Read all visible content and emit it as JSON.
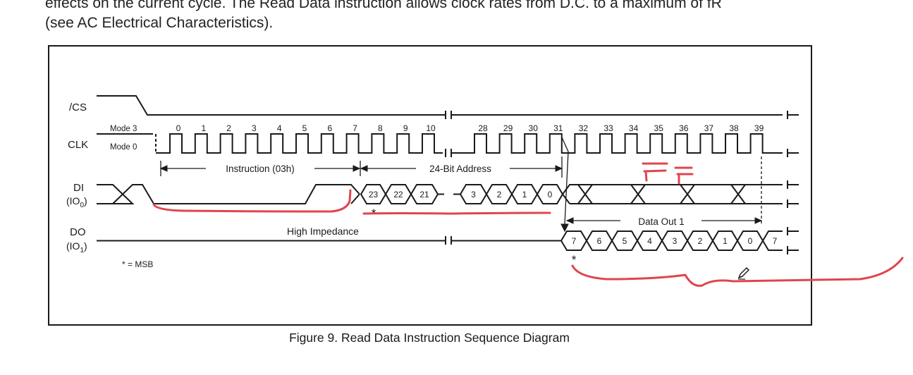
{
  "intro_text": {
    "line1": "effects on the current cycle. The Read Data instruction allows clock rates from D.C. to a maximum of fR",
    "line2": "(see AC Electrical Characteristics)."
  },
  "diagram": {
    "signals": {
      "cs": "/CS",
      "clk": "CLK",
      "di_name": "DI",
      "di_pin": "(IO",
      "di_sub": "0",
      "do_name": "DO",
      "do_pin": "(IO",
      "do_sub": "1",
      "close_paren": ")"
    },
    "mode3": "Mode 3",
    "mode0": "Mode 0",
    "clock_numbers": [
      "0",
      "1",
      "2",
      "3",
      "4",
      "5",
      "6",
      "7",
      "8",
      "9",
      "10",
      "28",
      "29",
      "30",
      "31",
      "32",
      "33",
      "34",
      "35",
      "36",
      "37",
      "38",
      "39"
    ],
    "instruction_label": "Instruction (03h)",
    "address_label": "24-Bit Address",
    "di_bits_start": [
      "23",
      "22",
      "21"
    ],
    "di_bits_end": [
      "3",
      "2",
      "1",
      "0"
    ],
    "data_out_label": "Data Out 1",
    "do_bits": [
      "7",
      "6",
      "5",
      "4",
      "3",
      "2",
      "1",
      "0",
      "7"
    ],
    "high_impedance": "High Impedance",
    "msb_marker": "*",
    "msb_legend": "* = MSB"
  },
  "annotations": {
    "handwritten_text": "FF",
    "ink_color": "#e0454d"
  },
  "caption": "Figure 9. Read Data Instruction Sequence Diagram"
}
